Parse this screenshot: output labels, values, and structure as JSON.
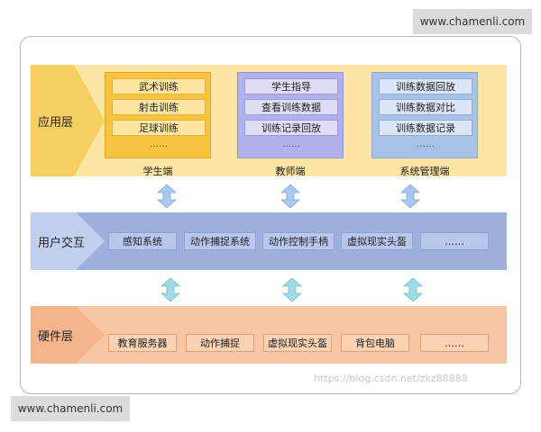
{
  "watermark_top": "www.chamenli.com",
  "watermark_bottom": "www.chamenli.com",
  "layers": {
    "app": "应用层",
    "interaction": "用户交互",
    "hardware": "硬件层"
  },
  "panels": {
    "student": {
      "caption": "学生端",
      "items": [
        "武术训练",
        "射击训练",
        "足球训练"
      ],
      "more": "……"
    },
    "teacher": {
      "caption": "教师端",
      "items": [
        "学生指导",
        "查看训练数据",
        "训练记录回放"
      ],
      "more": "……"
    },
    "admin": {
      "caption": "系统管理端",
      "items": [
        "训练数据回放",
        "训练数据对比",
        "训练数据记录"
      ],
      "more": "……"
    }
  },
  "interaction_boxes": [
    "感知系统",
    "动作捕捉系统",
    "动作控制手柄",
    "虚拟现实头盔",
    "……"
  ],
  "hardware_boxes": [
    "教育服务器",
    "动作捕捉",
    "虚拟现实头盔",
    "背包电脑",
    "……"
  ],
  "credit": "https://blog.csdn.net/zkz88888",
  "colors": {
    "app_layer": "#fbe6a6",
    "interaction_layer": "#9db0dc",
    "hardware_layer": "#f7c6a5",
    "student_panel": "#f7c340",
    "teacher_panel": "#b0b1ed",
    "admin_panel": "#a9c2e8",
    "arrow_ui": "#a9c8ef",
    "arrow_hw": "#9fdbe3"
  }
}
